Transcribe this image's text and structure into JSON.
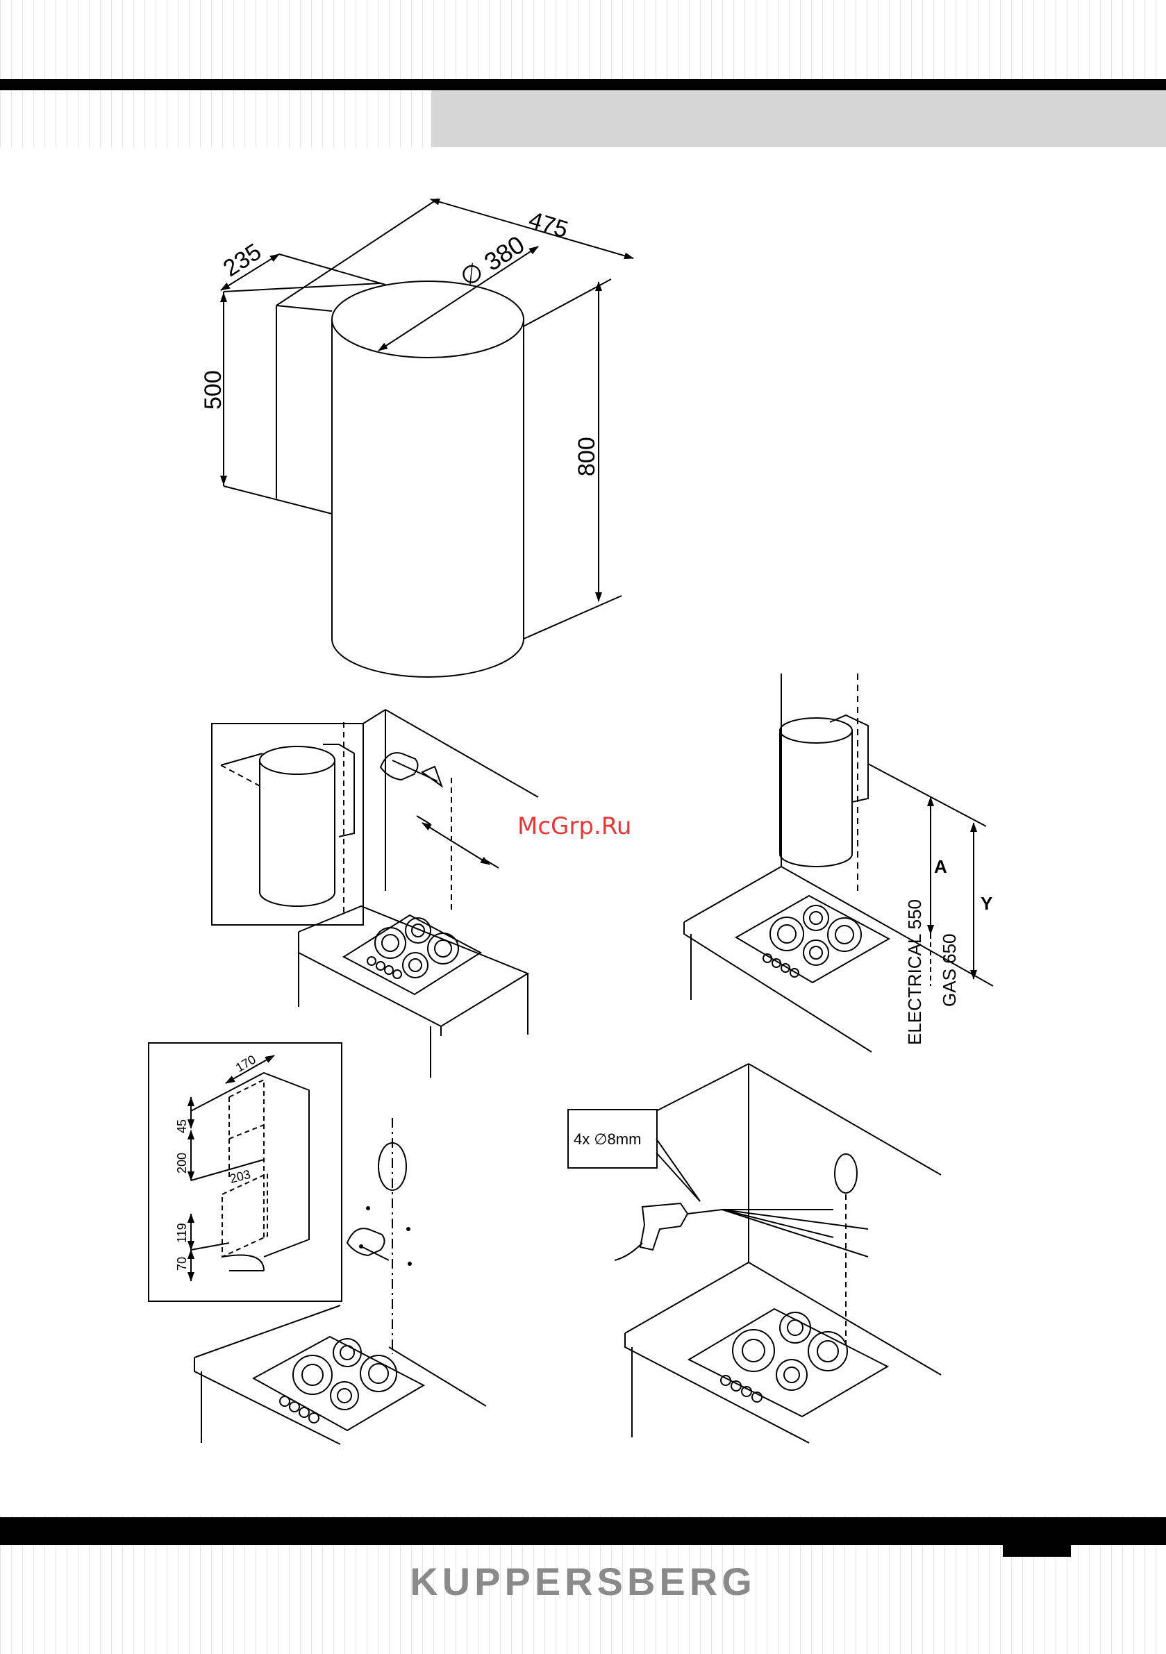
{
  "brand": "KUPPERSBERG",
  "watermark": "McGrp.Ru",
  "dimensions": {
    "width": "475",
    "depth": "235",
    "diameter": "∅ 380",
    "back_height": "500",
    "height": "800"
  },
  "clearance": {
    "label_a": "A",
    "label_y": "Y",
    "electrical": "ELECTRICAL 550",
    "gas": "GAS 650"
  },
  "bracket": {
    "d170": "170",
    "d45": "45",
    "d200": "200",
    "d203": "203",
    "d119": "119",
    "d70": "70"
  },
  "drill": {
    "label": "4x ∅8mm"
  }
}
